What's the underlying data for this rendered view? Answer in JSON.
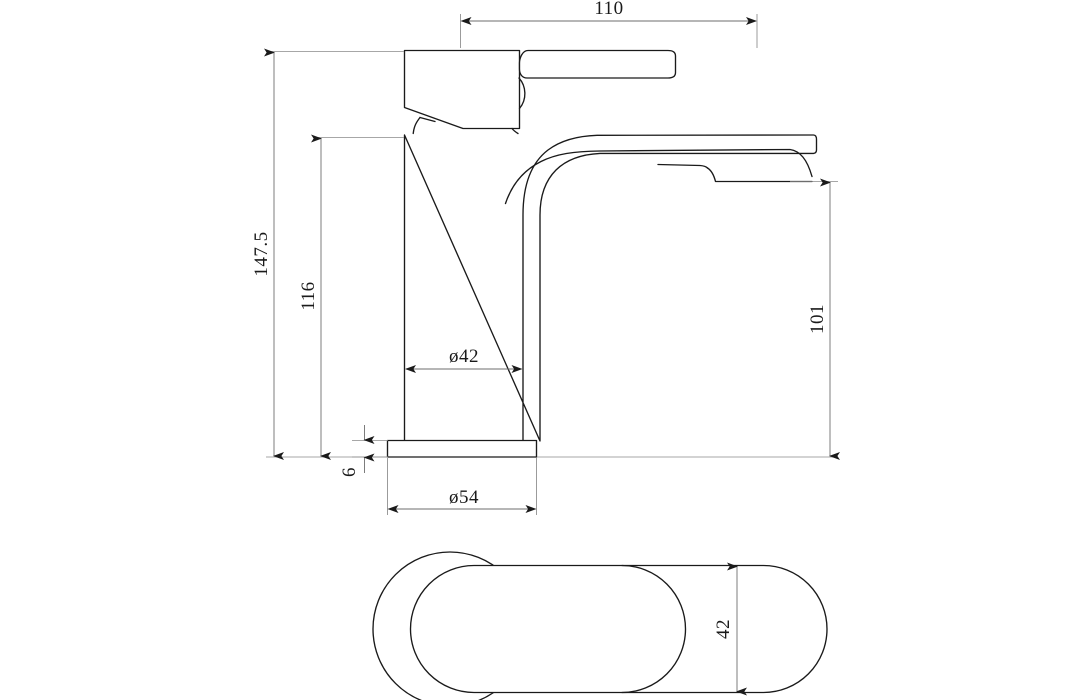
{
  "drawing": {
    "title": "Basin Mixer Tap Technical Drawing",
    "units": "mm",
    "background_color": "#ffffff",
    "line_color": "#1a1a1a",
    "dimension_line_color": "#6e6e6e",
    "views": [
      {
        "name": "front-elevation",
        "label": ""
      },
      {
        "name": "top-plan",
        "label": ""
      }
    ],
    "dimensions": {
      "spout_reach": {
        "value": "110",
        "name": "dimension-110",
        "orientation": "horizontal",
        "view": "front-elevation"
      },
      "overall_height": {
        "value": "147.5",
        "name": "dimension-147-5",
        "orientation": "vertical",
        "view": "front-elevation"
      },
      "body_height": {
        "value": "116",
        "name": "dimension-116",
        "orientation": "vertical",
        "view": "front-elevation"
      },
      "spout_height": {
        "value": "101",
        "name": "dimension-101",
        "orientation": "vertical",
        "view": "front-elevation"
      },
      "body_diameter": {
        "value": "ø42",
        "name": "dimension-dia-42",
        "orientation": "horizontal",
        "view": "front-elevation"
      },
      "base_diameter": {
        "value": "ø54",
        "name": "dimension-dia-54",
        "orientation": "horizontal",
        "view": "front-elevation"
      },
      "base_thickness": {
        "value": "6",
        "name": "dimension-6",
        "orientation": "vertical",
        "view": "front-elevation"
      },
      "plan_width": {
        "value": "42",
        "name": "dimension-plan-42",
        "orientation": "vertical",
        "view": "top-plan"
      }
    }
  }
}
